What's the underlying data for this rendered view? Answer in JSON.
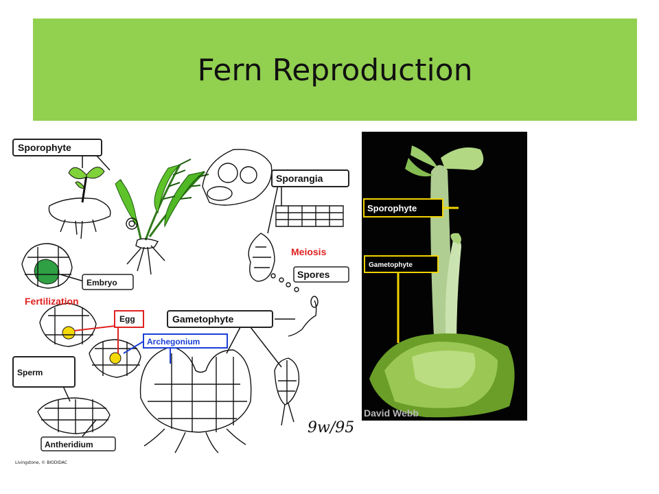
{
  "slide": {
    "title": "Fern Reproduction"
  },
  "diagram": {
    "labels": {
      "sporophyte": "Sporophyte",
      "sporangia": "Sporangia",
      "meiosis": "Meiosis",
      "spores": "Spores",
      "embryo": "Embryo",
      "fertilization": "Fertilization",
      "egg": "Egg",
      "gametophyte": "Gametophyte",
      "archegonium": "Archegonium",
      "sperm": "Sperm",
      "antheridium": "Antheridium"
    },
    "credit": "Livingstone, © BIODIDAC",
    "signature": "9w/95"
  },
  "photo": {
    "labels": {
      "sporophyte": "Sporophyte",
      "gametophyte": "Gametophyte"
    },
    "watermark": "David Webb"
  },
  "colors": {
    "title_bar": "#92d050",
    "label_red": "#e02020",
    "label_blue": "#1a3fd6",
    "photo_label_yellow": "#f2d400"
  }
}
